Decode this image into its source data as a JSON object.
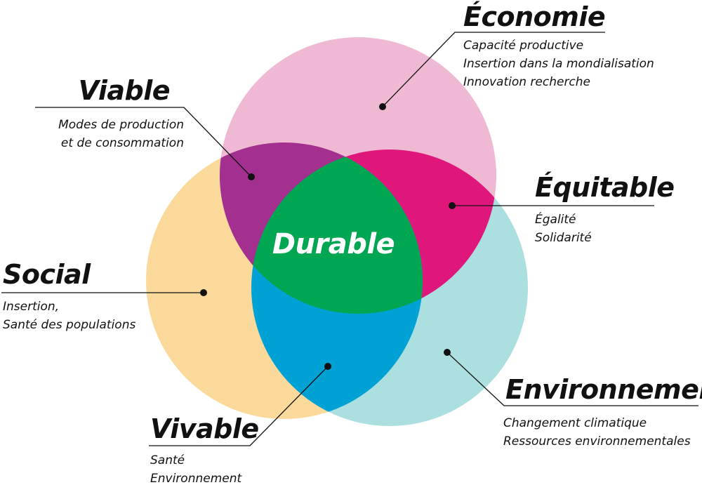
{
  "center": {
    "label": "Durable"
  },
  "sections": {
    "economie": {
      "title": "Économie",
      "items": [
        "Capacité productive",
        "Insertion dans la mondialisation",
        "Innovation recherche"
      ]
    },
    "viable": {
      "title": "Viable",
      "items": [
        "Modes de production",
        "et de consommation"
      ]
    },
    "equitable": {
      "title": "Équitable",
      "items": [
        "Égalité",
        "Solidarité"
      ]
    },
    "social": {
      "title": "Social",
      "items": [
        "Insertion,",
        "Santé des populations"
      ]
    },
    "environnement": {
      "title": "Environnement",
      "items": [
        "Changement climatique",
        "Ressources environnementales"
      ]
    },
    "vivable": {
      "title": "Vivable",
      "items": [
        "Santé",
        "Environnement"
      ]
    }
  },
  "colors": {
    "economie": "#efb8d3",
    "social": "#fbd99a",
    "environnement": "#abdfe0",
    "viable": "#a3308f",
    "equitable": "#e0177a",
    "vivable": "#00a1d4",
    "durable": "#00a651"
  }
}
